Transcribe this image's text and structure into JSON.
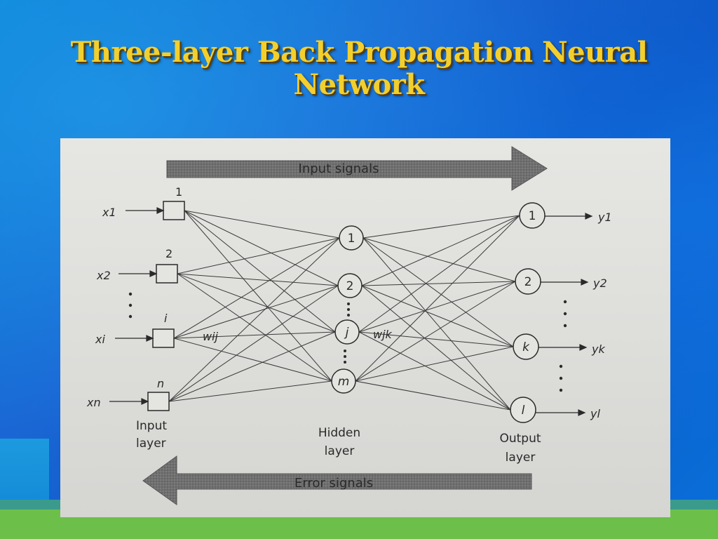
{
  "slide": {
    "title_line1": "Three-layer Back Propagation   Neural",
    "title_line2": "Network"
  },
  "diagram": {
    "input_arrow_label": "Input signals",
    "error_arrow_label": "Error signals",
    "input_nodes": [
      {
        "index": "1",
        "signal": "x1"
      },
      {
        "index": "2",
        "signal": "x2"
      },
      {
        "index": "i",
        "signal": "xi"
      },
      {
        "index": "n",
        "signal": "xn"
      }
    ],
    "hidden_nodes": [
      "1",
      "2",
      "j",
      "m"
    ],
    "output_nodes": [
      {
        "index": "1",
        "signal": "y1"
      },
      {
        "index": "2",
        "signal": "y2"
      },
      {
        "index": "k",
        "signal": "yk"
      },
      {
        "index": "l",
        "signal": "yl"
      }
    ],
    "weight_input_hidden": "wij",
    "weight_hidden_output": "wjk",
    "input_layer_label": [
      "Input",
      "layer"
    ],
    "hidden_layer_label": [
      "Hidden",
      "layer"
    ],
    "output_layer_label": [
      "Output",
      "layer"
    ]
  },
  "colors": {
    "title": "#f3cf2e",
    "background": "#1a66d4",
    "arrow_fill": "#6e6e6e",
    "paper": "#e0e0dd"
  }
}
